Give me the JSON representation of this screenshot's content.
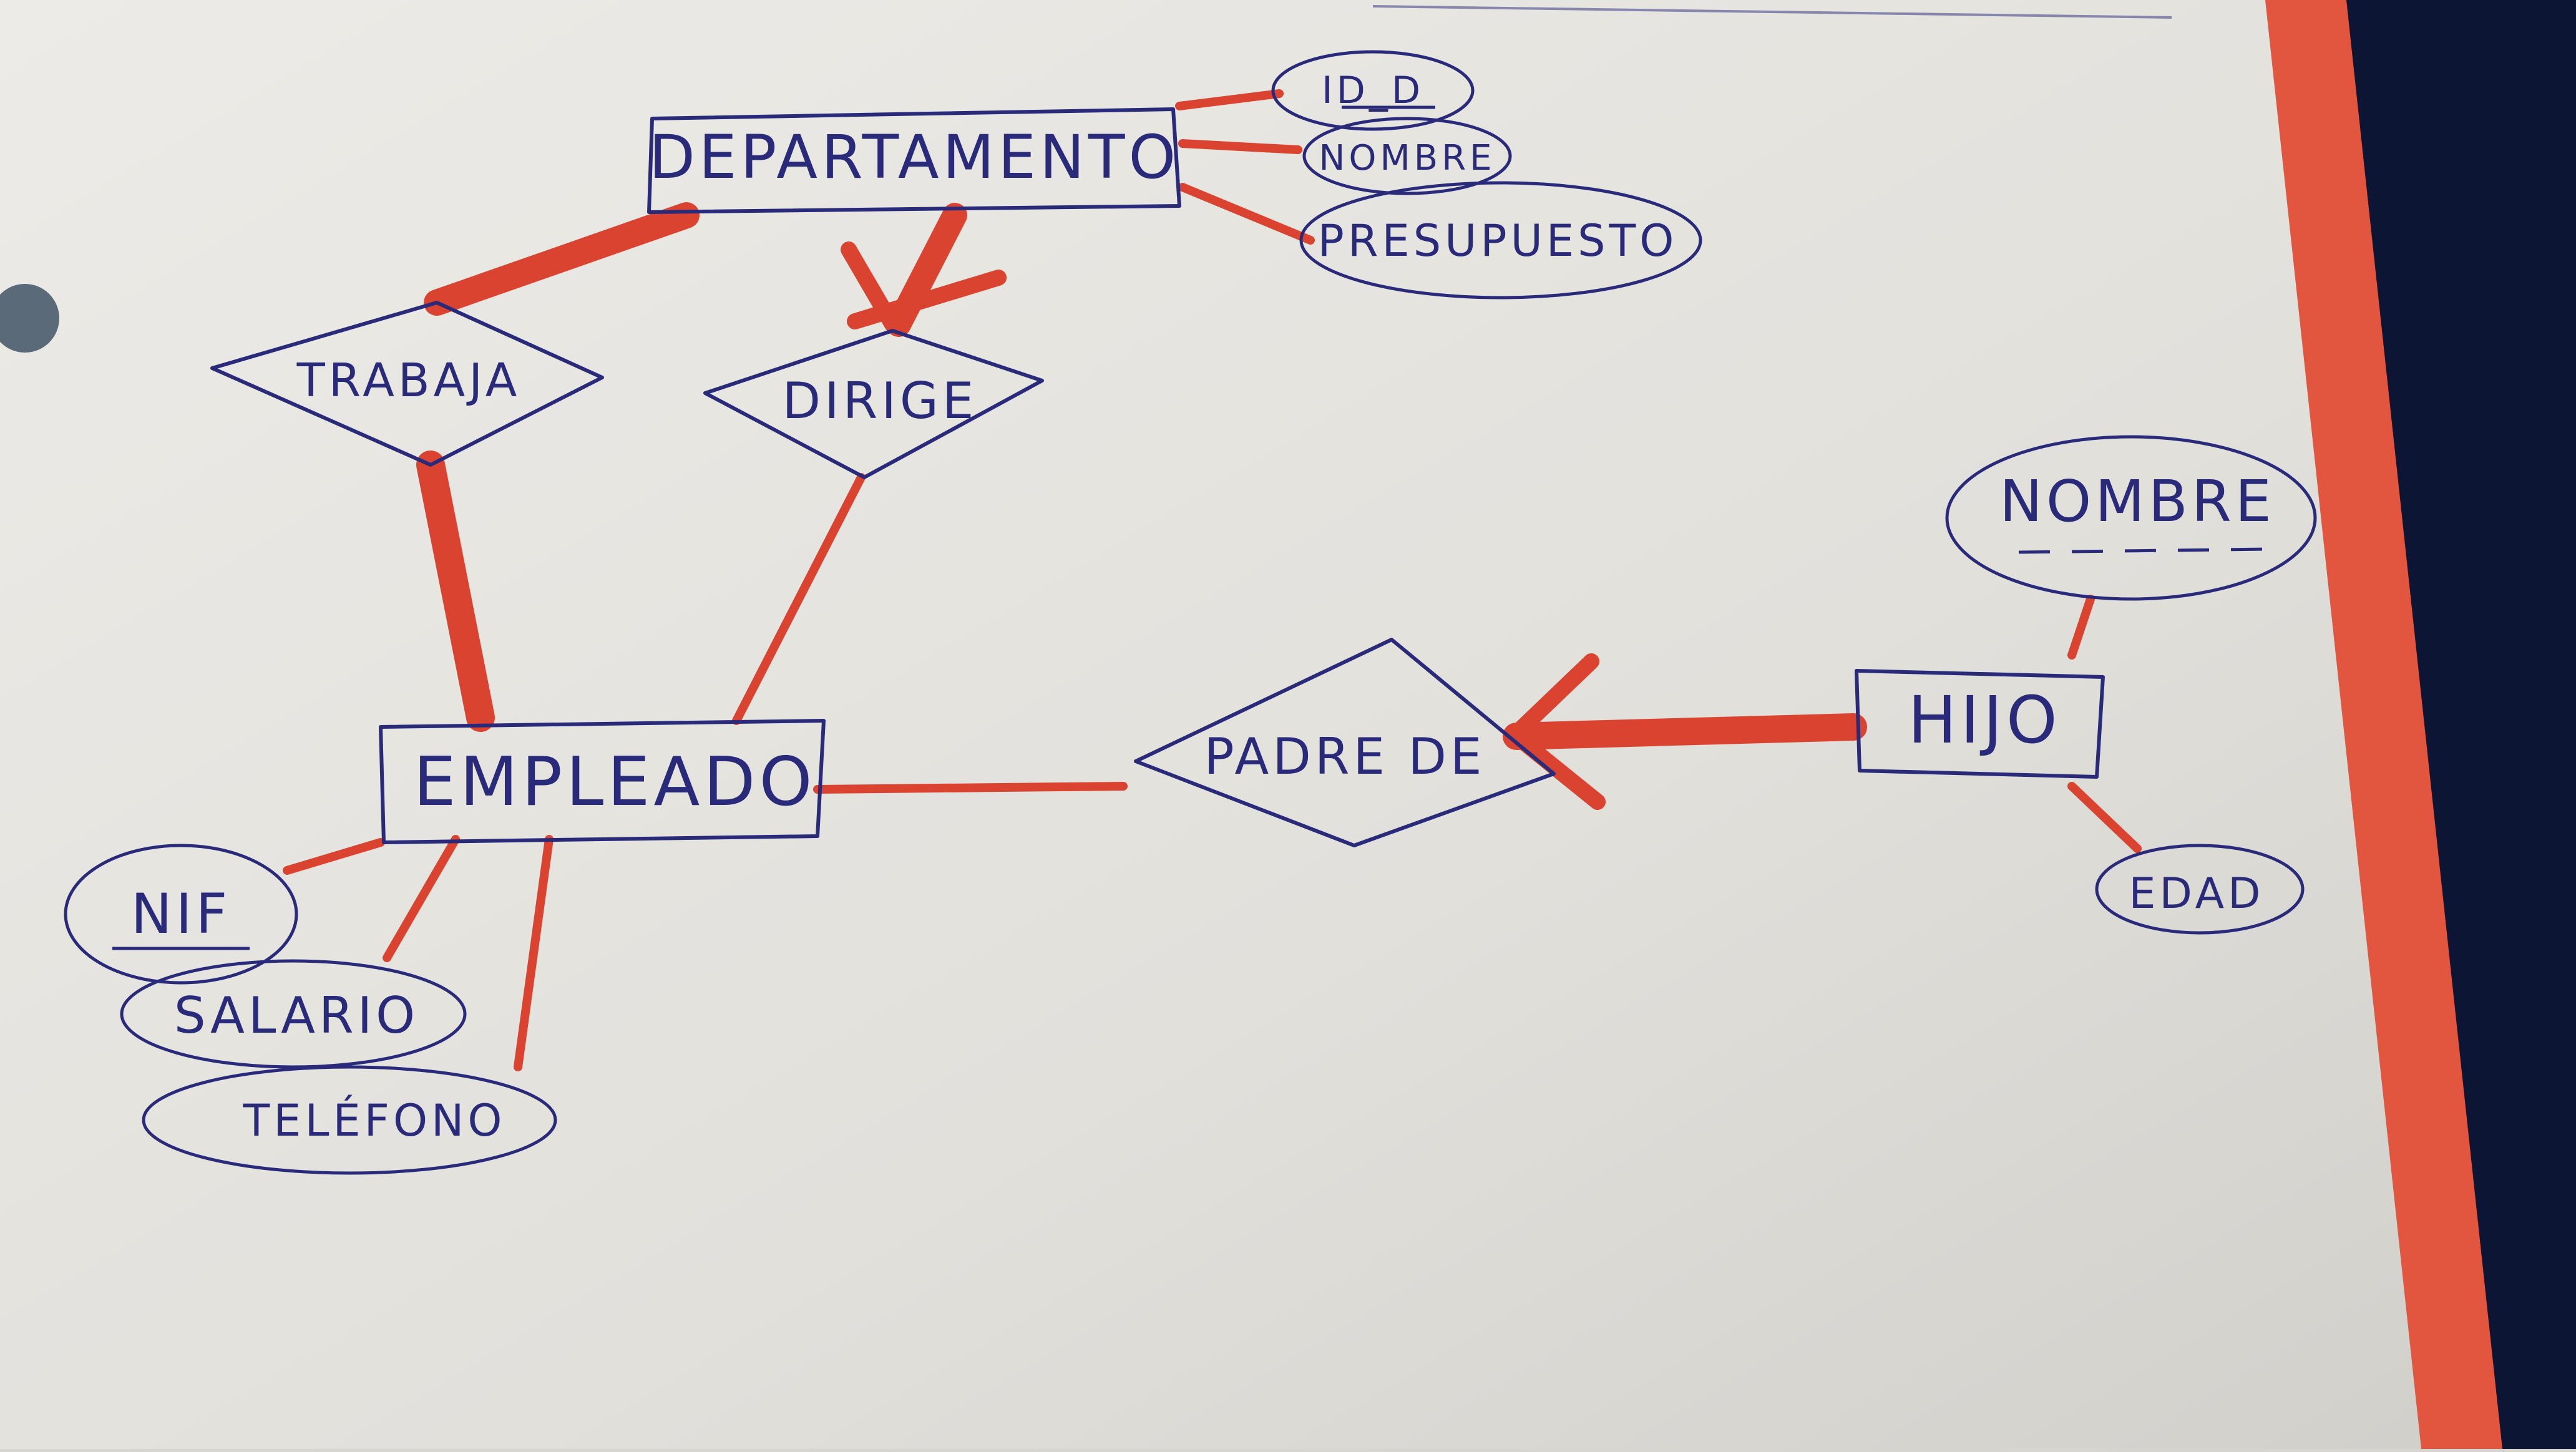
{
  "palette": {
    "paper": "#e6e4df",
    "paper_shadow": "#cfcdc8",
    "ink_blue": "#2a2a7a",
    "marker_red": "#d9432f",
    "desk_navy": "#0c1534",
    "folder_red": "#e2553f"
  },
  "entities": {
    "departamento": "DEPARTAMENTO",
    "empleado": "EMPLEADO",
    "hijo": "HIJO"
  },
  "relationships": {
    "trabaja": "TRABAJA",
    "dirige": "DIRIGE",
    "padre_de": "PADRE DE"
  },
  "attributes": {
    "departamento": [
      "ID_D",
      "NOMBRE",
      "PRESUPUESTO"
    ],
    "empleado": [
      "NIF",
      "SALARIO",
      "TELÉFONO"
    ],
    "hijo": [
      "NOMBRE",
      "EDAD"
    ]
  },
  "key_attributes": [
    "ID_D",
    "NIF"
  ],
  "partial_key_attributes": [
    "NOMBRE (HIJO)"
  ]
}
